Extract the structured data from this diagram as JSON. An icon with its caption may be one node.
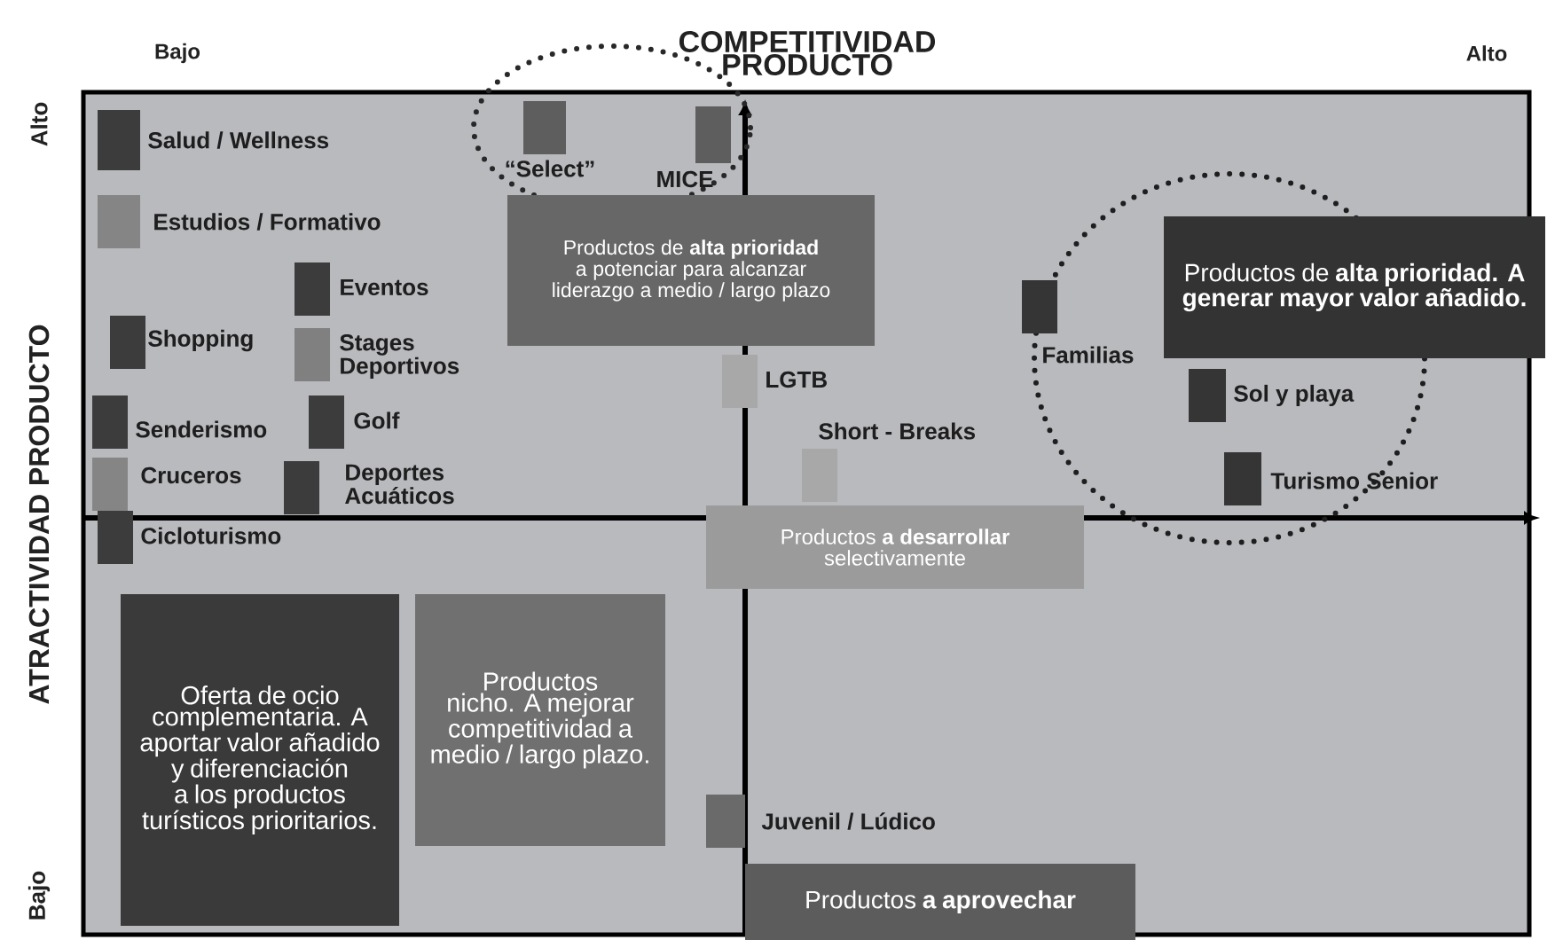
{
  "diagram": {
    "nodes": [
      {
        "text": [],
        "shape": "box",
        "beside": [
          "Salud / Wellness"
        ]
      },
      {
        "text": [],
        "shape": "box",
        "beside": [
          "“Select”"
        ]
      },
      {
        "text": [],
        "shape": "box",
        "beside": [
          "MICE"
        ]
      },
      {
        "text": [],
        "shape": "box",
        "beside": [
          "Estudios / Formativo"
        ]
      },
      {
        "text": [
          "Productos de **alta prioridad** a potenciar para alcanzar liderazgo a medio / largo plazo"
        ]
      },
      {
        "text": [
          "Productos de **alta prioridad. A generar mayor valor añadido.**"
        ]
      },
      {
        "text": [],
        "shape": "box",
        "beside": [
          "Familias"
        ]
      },
      {
        "text": [],
        "shape": "box",
        "beside": [
          "Eventos"
        ]
      },
      {
        "text": [],
        "shape": "box",
        "beside": [
          "Shopping"
        ]
      },
      {
        "text": [],
        "shape": "box",
        "beside": [
          "Stages Deportivos"
        ]
      },
      {
        "text": [],
        "shape": "box",
        "beside": [
          "LGTB"
        ]
      },
      {
        "text": [],
        "shape": "box",
        "beside": [
          "Sol y playa"
        ]
      },
      {
        "text": [],
        "shape": "box",
        "beside": [
          "Senderismo"
        ]
      },
      {
        "text": [],
        "shape": "box",
        "beside": [
          "Golf"
        ]
      },
      {
        "text": [],
        "shape": "box",
        "beside": [
          "Short - Breaks"
        ]
      },
      {
        "text": [],
        "shape": "box",
        "beside": [
          "Cruceros"
        ]
      },
      {
        "text": [],
        "shape": "box",
        "beside": [
          "Deportes Acuáticos"
        ]
      },
      {
        "text": [],
        "shape": "box",
        "beside": [
          "Turismo Senior"
        ]
      },
      {
        "text": [],
        "shape": "box",
        "beside": [
          "Cicloturismo"
        ]
      },
      {
        "text": [
          "Productos **a desarrollar** selectivamente"
        ]
      },
      {
        "text": [
          "Oferta de ocio complementaria. A aportar valor añadido y diferenciación a los productos turísticos prioritarios."
        ]
      },
      {
        "text": [
          "Productos nicho. A mejorar competitividad a medio / largo plazo."
        ]
      },
      {
        "text": [],
        "shape": "box",
        "beside": [
          "Juvenil / Lúdico"
        ]
      },
      {
        "text": [
          "Productos **a aprovechar**"
        ]
      }
    ],
    "labels": [
      "Bajo",
      "COMPETITIVIDAD PRODUCTO",
      "Alto",
      "Alto",
      "ATRACTIVIDAD PRODUCTO",
      "Bajo"
    ]
  }
}
